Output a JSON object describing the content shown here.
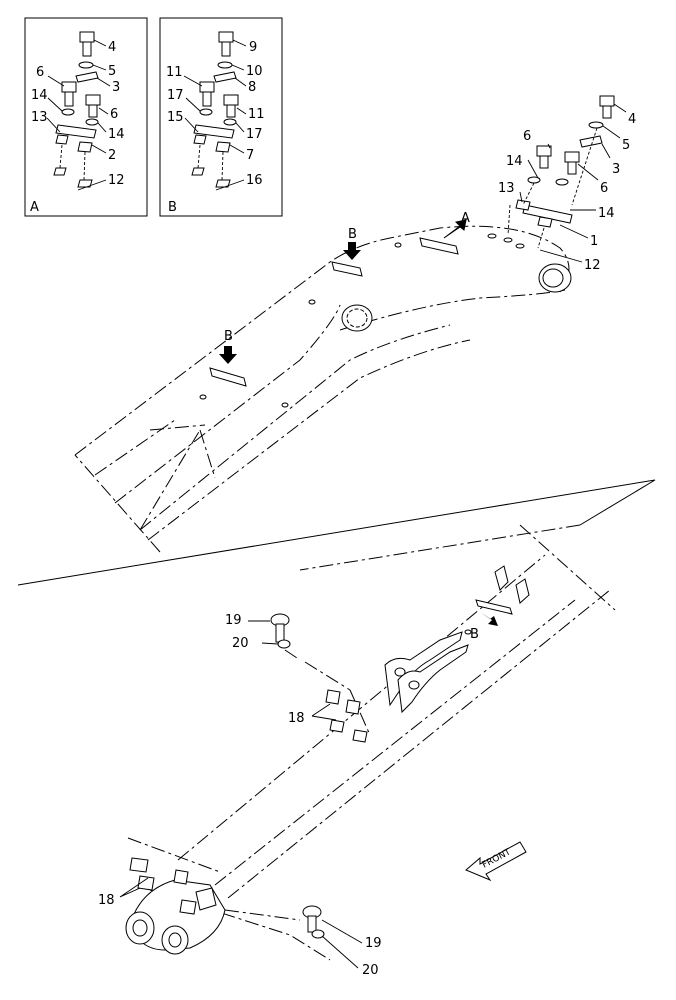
{
  "diagram": {
    "insets": [
      {
        "id": "A",
        "label": "A",
        "callouts": [
          {
            "n": "4"
          },
          {
            "n": "5"
          },
          {
            "n": "6"
          },
          {
            "n": "3"
          },
          {
            "n": "14"
          },
          {
            "n": "6"
          },
          {
            "n": "13"
          },
          {
            "n": "14"
          },
          {
            "n": "2"
          },
          {
            "n": "12"
          }
        ]
      },
      {
        "id": "B",
        "label": "B",
        "callouts": [
          {
            "n": "9"
          },
          {
            "n": "11"
          },
          {
            "n": "10"
          },
          {
            "n": "8"
          },
          {
            "n": "17"
          },
          {
            "n": "11"
          },
          {
            "n": "15"
          },
          {
            "n": "17"
          },
          {
            "n": "7"
          },
          {
            "n": "16"
          }
        ]
      }
    ],
    "main_callouts": [
      {
        "n": "4"
      },
      {
        "n": "6"
      },
      {
        "n": "5"
      },
      {
        "n": "14"
      },
      {
        "n": "3"
      },
      {
        "n": "13"
      },
      {
        "n": "6"
      },
      {
        "n": "14"
      },
      {
        "n": "1"
      },
      {
        "n": "12"
      }
    ],
    "view_markers": [
      {
        "label": "A"
      },
      {
        "label": "B"
      },
      {
        "label": "B"
      },
      {
        "label": "B"
      }
    ],
    "lower_callouts": [
      {
        "n": "19"
      },
      {
        "n": "20"
      },
      {
        "n": "18"
      },
      {
        "n": "18"
      },
      {
        "n": "19"
      },
      {
        "n": "20"
      }
    ],
    "front_label": "FRONT"
  }
}
